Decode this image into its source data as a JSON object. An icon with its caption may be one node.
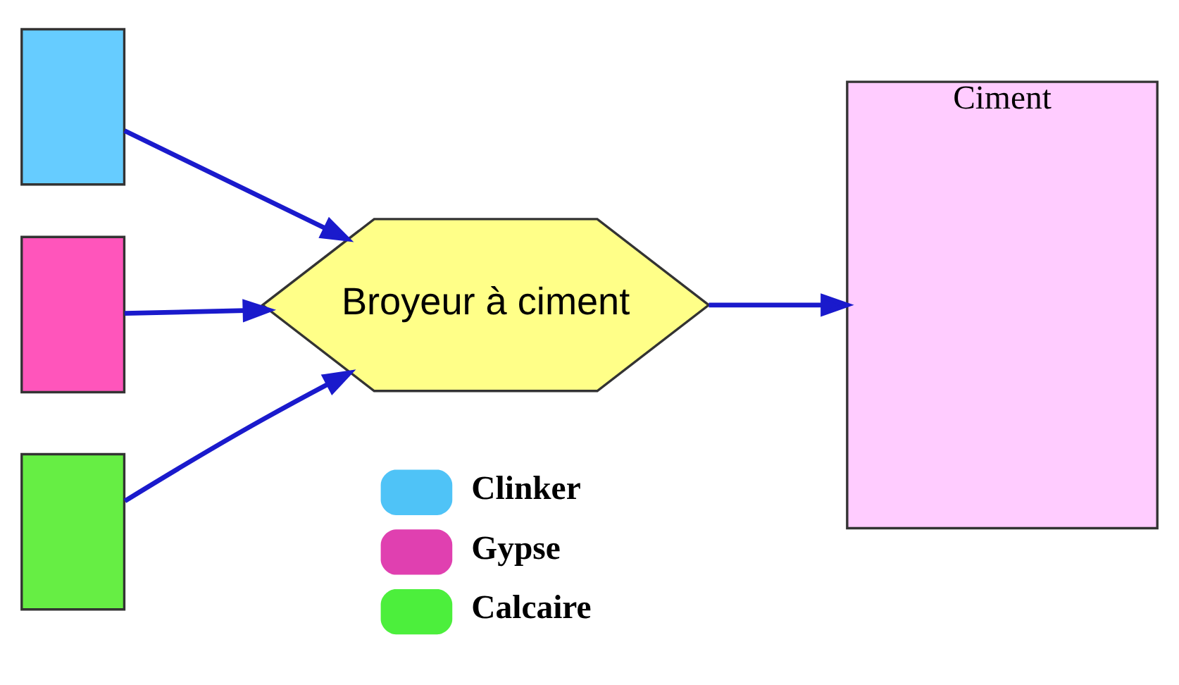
{
  "diagram": {
    "nodes": [
      {
        "text": [],
        "shape": "box"
      },
      {
        "text": [],
        "shape": "box"
      },
      {
        "text": [],
        "shape": "box"
      },
      {
        "text": [
          "Broyeur à ciment"
        ]
      },
      {
        "text": [
          "Ciment"
        ]
      }
    ],
    "edges": [
      {
        "from": 0,
        "to": 3,
        "arrow": "to"
      },
      {
        "from": 1,
        "to": 3,
        "arrow": "to"
      },
      {
        "from": 2,
        "to": 3,
        "arrow": "to"
      },
      {
        "from": 3,
        "to": 4,
        "arrow": "to"
      }
    ],
    "legend": [
      {
        "text": "Clinker",
        "color": "#4fc3f7"
      },
      {
        "text": "Gypse",
        "color": "#e040b0"
      },
      {
        "text": "Calcaire",
        "color": "#4cef3c"
      }
    ]
  }
}
